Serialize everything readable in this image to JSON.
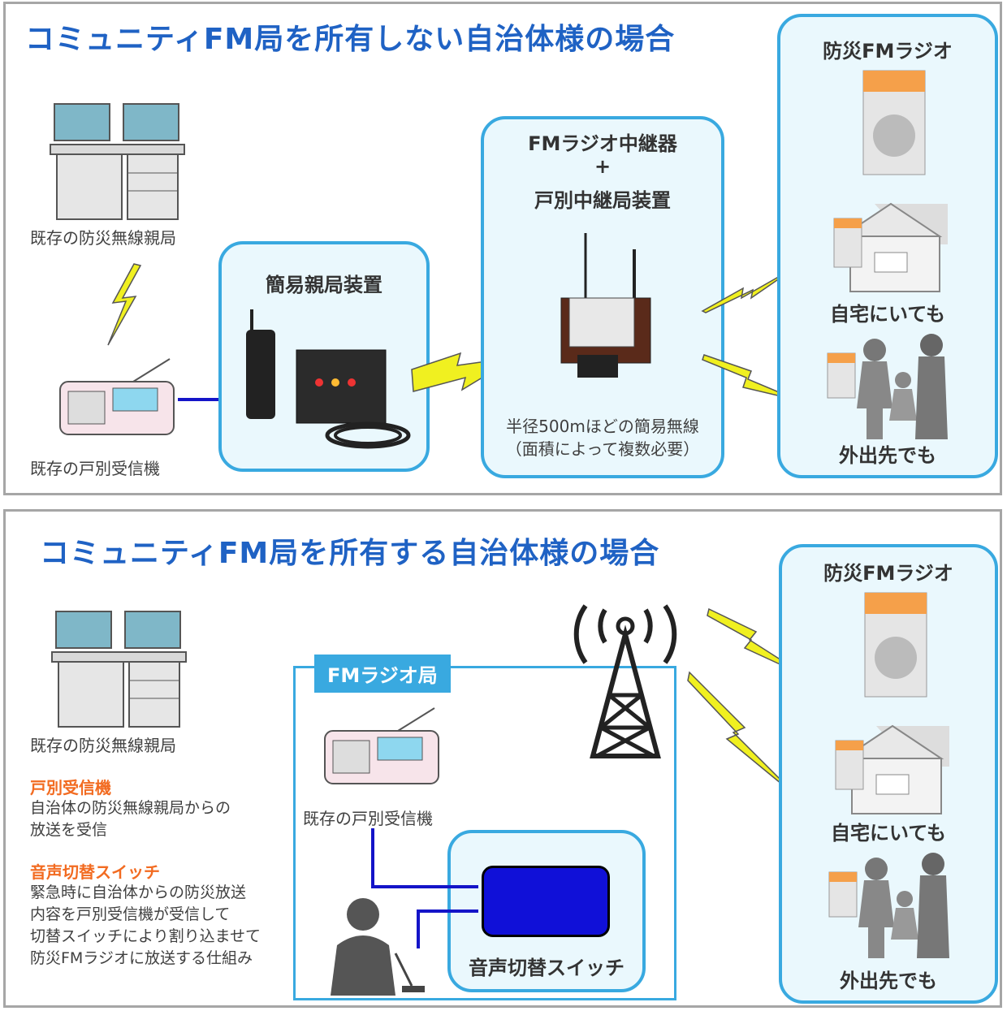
{
  "panel1": {
    "title": "コミュニティFM局を所有しない自治体様の場合",
    "existing_master": "既存の防災無線親局",
    "existing_receiver": "既存の戸別受信機",
    "simple_master_title": "簡易親局装置",
    "relay_title_line1": "FMラジオ中継器",
    "relay_title_plus": "+",
    "relay_title_line2": "戸別中継局装置",
    "relay_note_line1": "半径500mほどの簡易無線",
    "relay_note_line2": "（面積によって複数必要）",
    "radio_title": "防災FMラジオ",
    "at_home": "自宅にいても",
    "outside": "外出先でも"
  },
  "panel2": {
    "title": "コミュニティFM局を所有する自治体様の場合",
    "existing_master": "既存の防災無線親局",
    "receiver_head": "戸別受信機",
    "receiver_desc_line1": "自治体の防災無線親局からの",
    "receiver_desc_line2": "放送を受信",
    "switch_head": "音声切替スイッチ",
    "switch_desc_line1": "緊急時に自治体からの防災放送",
    "switch_desc_line2": "内容を戸別受信機が受信して",
    "switch_desc_line3": "切替スイッチにより割り込ませて",
    "switch_desc_line4": "防災FMラジオに放送する仕組み",
    "fm_station": "FMラジオ局",
    "existing_receiver": "既存の戸別受信機",
    "switch_label": "音声切替スイッチ",
    "radio_title": "防災FMラジオ",
    "at_home": "自宅にいても",
    "outside": "外出先でも"
  },
  "colors": {
    "accent_blue": "#1f62c4",
    "box_border": "#39a9e0",
    "box_fill": "#eaf8fd",
    "orange": "#f26b21",
    "lightning": "#f0f020",
    "switch_blue": "#1010d8"
  }
}
